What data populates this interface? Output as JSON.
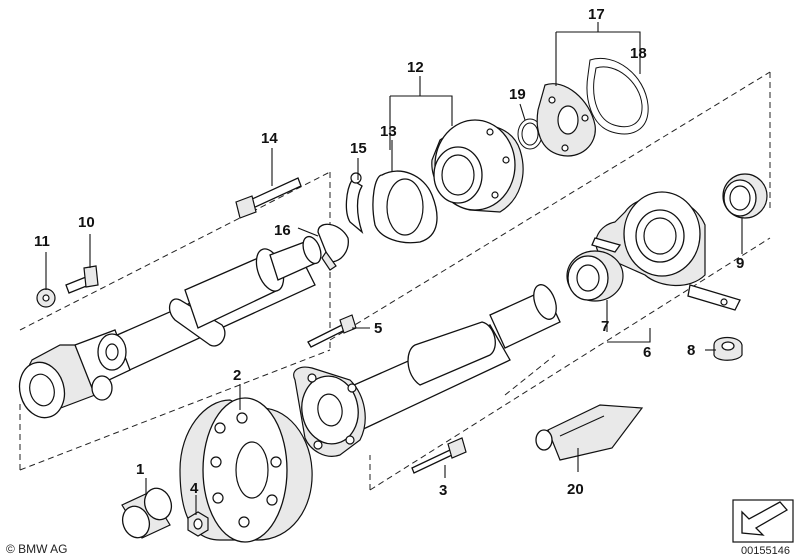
{
  "labels": [
    {
      "id": "1",
      "text": "1"
    },
    {
      "id": "2",
      "text": "2"
    },
    {
      "id": "3",
      "text": "3"
    },
    {
      "id": "4",
      "text": "4"
    },
    {
      "id": "5",
      "text": "5"
    },
    {
      "id": "6",
      "text": "6"
    },
    {
      "id": "7",
      "text": "7"
    },
    {
      "id": "8",
      "text": "8"
    },
    {
      "id": "9",
      "text": "9"
    },
    {
      "id": "10",
      "text": "10"
    },
    {
      "id": "11",
      "text": "11"
    },
    {
      "id": "12",
      "text": "12"
    },
    {
      "id": "13",
      "text": "13"
    },
    {
      "id": "14",
      "text": "14"
    },
    {
      "id": "15",
      "text": "15"
    },
    {
      "id": "16",
      "text": "16"
    },
    {
      "id": "17",
      "text": "17"
    },
    {
      "id": "18",
      "text": "18"
    },
    {
      "id": "19",
      "text": "19"
    },
    {
      "id": "20",
      "text": "20"
    }
  ],
  "footer": {
    "copyright": "© BMW AG",
    "diagram_number": "00155146"
  },
  "colors": {
    "line": "#111111",
    "background": "#ffffff",
    "part_shade": "#e9e9e9"
  }
}
